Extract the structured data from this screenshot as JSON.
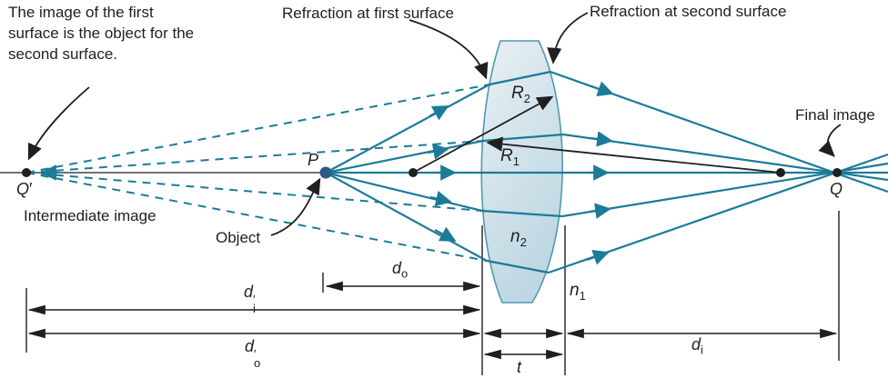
{
  "figure": {
    "annotations": {
      "note": "The image of the first surface is the object for the second surface.",
      "refraction_first": "Refraction at first surface",
      "refraction_second": "Refraction at second surface",
      "final_image": "Final image",
      "intermediate_image": "Intermediate image",
      "object": "Object"
    },
    "points": {
      "q_prime": {
        "base": "Q",
        "prime": "′"
      },
      "p": {
        "base": "P"
      },
      "q": {
        "base": "Q"
      }
    },
    "symbols": {
      "r1": {
        "base": "R",
        "sub": "1"
      },
      "r2": {
        "base": "R",
        "sub": "2"
      },
      "n1": {
        "base": "n",
        "sub": "1"
      },
      "n2": {
        "base": "n",
        "sub": "2"
      }
    },
    "dimensions": {
      "d_o": {
        "base": "d",
        "sub": "o"
      },
      "d_i_prime": {
        "base": "d",
        "prime": "′",
        "sub": "i"
      },
      "d_o_prime": {
        "base": "d",
        "prime": "′",
        "sub": "o"
      },
      "d_i": {
        "base": "d",
        "sub": "i"
      },
      "t": {
        "base": "t"
      }
    },
    "colors": {
      "ray": "#1b7b99",
      "ink": "#1f1f1f",
      "lens_fill_top": "#e9f0f4",
      "lens_fill_bottom": "#bed7e2",
      "lens_stroke": "#4f99b5",
      "p_dot": "#2a5a85"
    }
  }
}
